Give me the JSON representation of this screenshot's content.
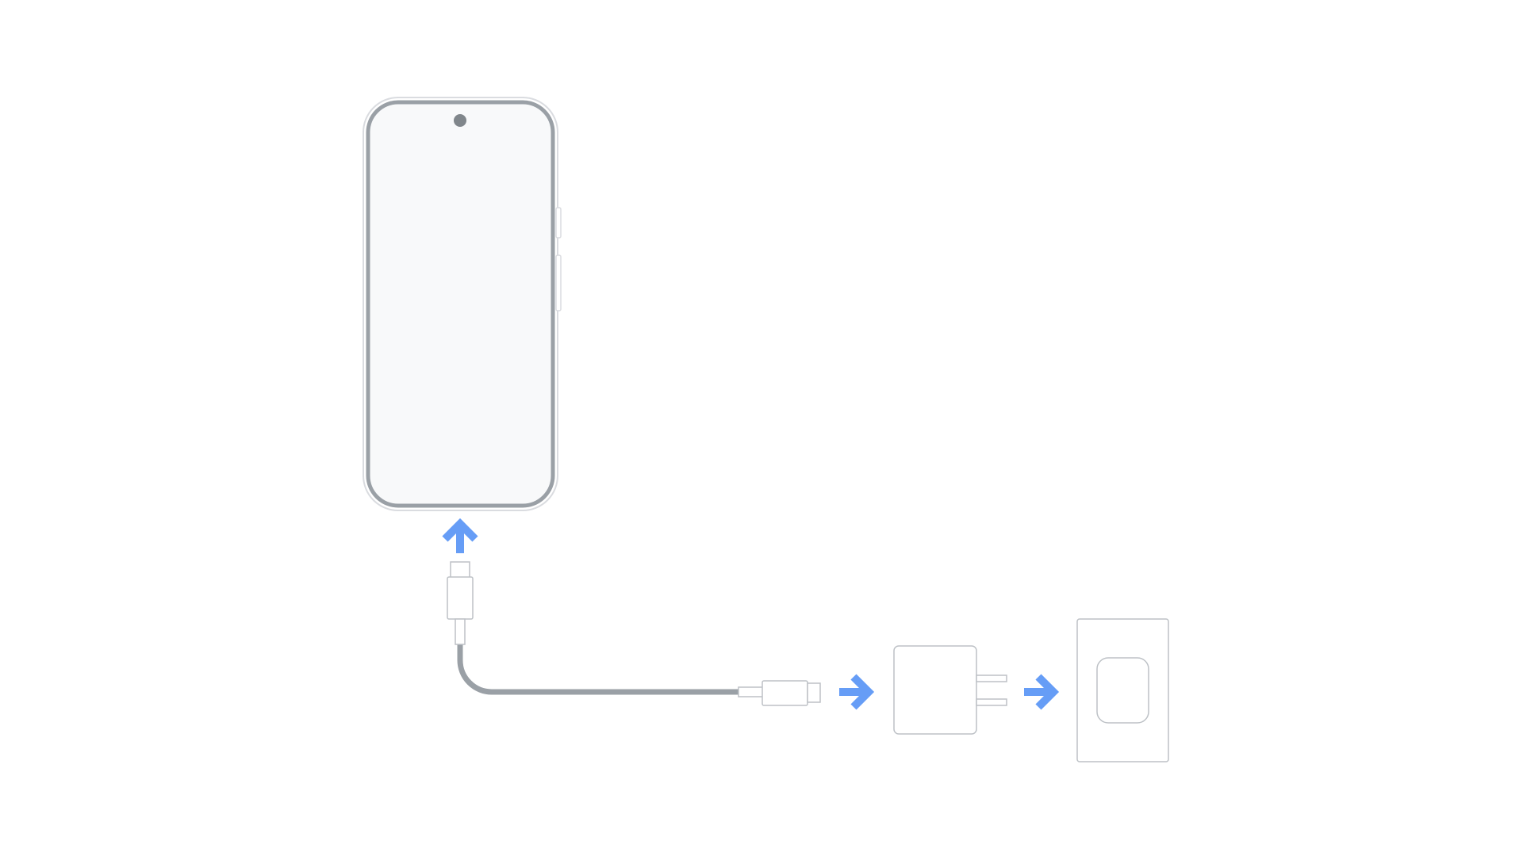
{
  "diagram": {
    "phone": {
      "icon": "smartphone-icon",
      "body_fill": "#f8f9fa",
      "frame_color": "#9aa0a6",
      "outline_color": "#dadce0",
      "camera_color": "#80868b"
    },
    "cable": {
      "icon": "usb-c-cable-icon",
      "cord_color": "#9aa0a6",
      "connector_outline": "#bdc1c6"
    },
    "adapter": {
      "icon": "power-adapter-icon",
      "outline_color": "#bdc1c6"
    },
    "outlet": {
      "icon": "wall-outlet-icon",
      "outline_color": "#bdc1c6"
    },
    "arrows": {
      "color": "#669df6",
      "items": [
        {
          "name": "arrow-up-icon",
          "direction": "up"
        },
        {
          "name": "arrow-right-icon",
          "direction": "right"
        },
        {
          "name": "arrow-right-icon",
          "direction": "right"
        }
      ]
    }
  }
}
